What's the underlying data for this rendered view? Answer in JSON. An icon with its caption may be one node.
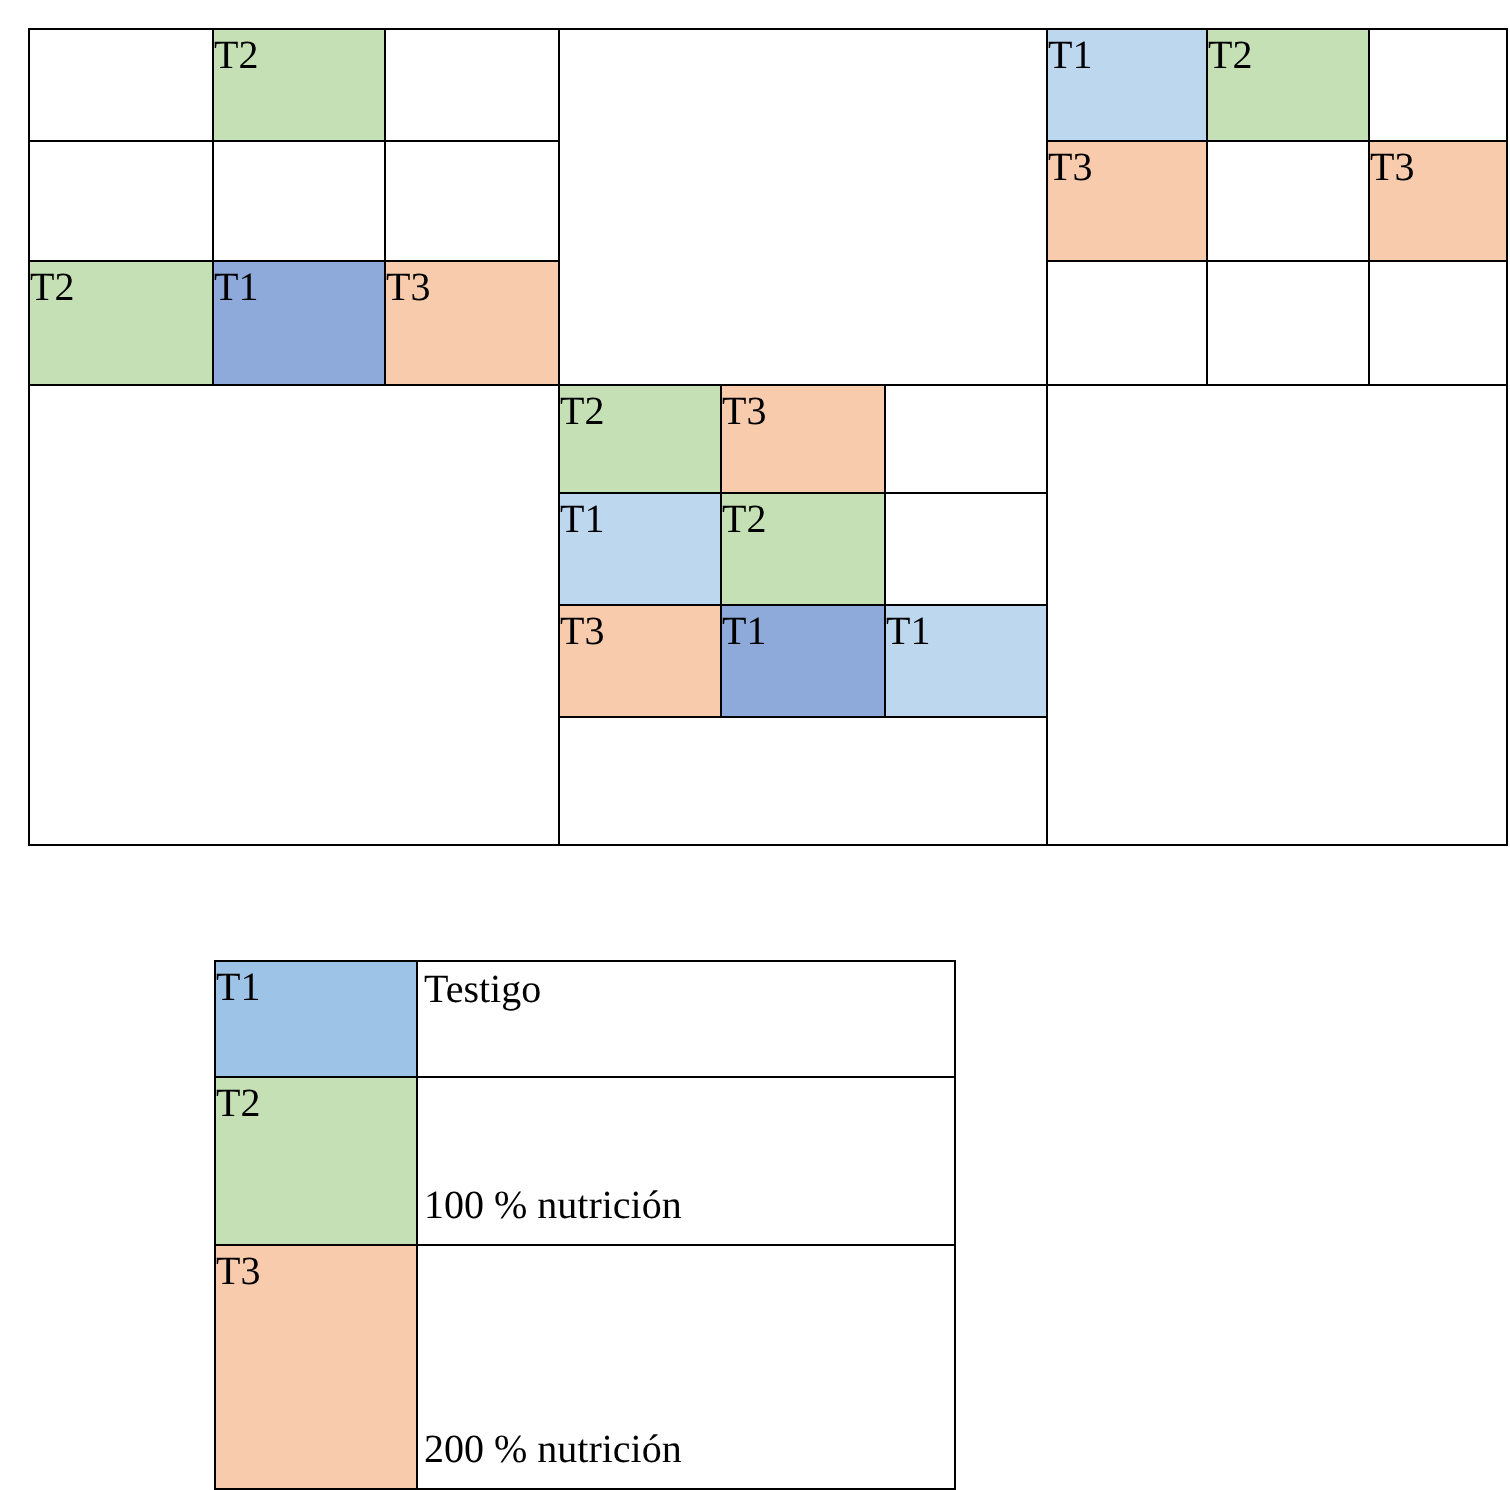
{
  "diagram": {
    "labels": [
      "T2",
      "T1",
      "T2",
      "T3",
      "T3",
      "T2",
      "T1",
      "T3",
      "T2",
      "T3",
      "T1",
      "T2",
      "T3",
      "T1",
      "T1",
      "T1",
      "T2",
      "T3"
    ],
    "legend": [
      {
        "text": "Testigo",
        "color": "#9dc3e6"
      },
      {
        "text": "100 % nutrición",
        "color": "#c5e0b4"
      },
      {
        "text": "200 % nutrición",
        "color": "#f8cbad"
      }
    ]
  }
}
